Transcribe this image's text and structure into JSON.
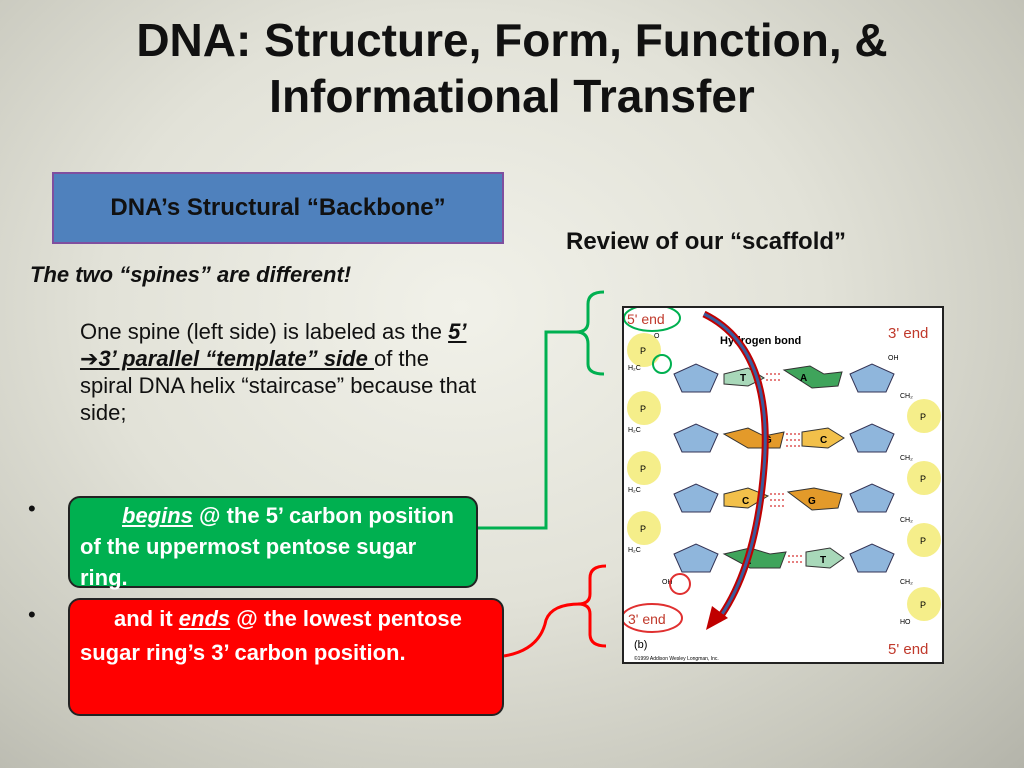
{
  "slide": {
    "title_line1": "DNA: Structure, Form, Function, &",
    "title_line2": "Informational Transfer",
    "section_box": "DNA’s Structural “Backbone”",
    "review": "Review of our “scaffold”",
    "subtitle": "The two “spines” are different!",
    "para": {
      "part1": "One spine (left side)  is labeled as the ",
      "emph1": "5’ ",
      "arrow": "➔",
      "emph2": "3’ parallel “template” side ",
      "part2": "of the spiral DNA helix “staircase” because that side;"
    },
    "bullet": "•",
    "green": {
      "emph": "begins",
      "text": " @ the 5’ carbon position of the uppermost pentose sugar ring."
    },
    "red": {
      "pre": "and it ",
      "emph": "ends",
      "text": " @ the lowest pentose sugar ring’s 3’ carbon position."
    }
  },
  "diagram": {
    "label_5end_top": "5' end",
    "label_3end_top": "3' end",
    "label_3end_bottom": "3' end",
    "label_5end_bottom": "5' end",
    "hydrogen_bond": "Hydrogen bond",
    "panel": "(b)",
    "copyright": "©1999 Addison Wesley Longman, Inc.",
    "p": "P",
    "o": "O",
    "oh": "OH",
    "ho": "HO",
    "h2c": "H₂C",
    "ch2": "CH₂",
    "bases": {
      "t": "T",
      "a": "A",
      "g": "G",
      "c": "C"
    }
  },
  "colors": {
    "green": "#00b050",
    "red": "#ff0000",
    "box_blue": "#4f81bd",
    "phosphate": "#f5ee8a",
    "sugar": "#8fb6dc",
    "thymine": "#a8d8b9",
    "adenine": "#3fa45b",
    "guanine": "#e39a2a",
    "cytosine": "#f2c04a"
  }
}
